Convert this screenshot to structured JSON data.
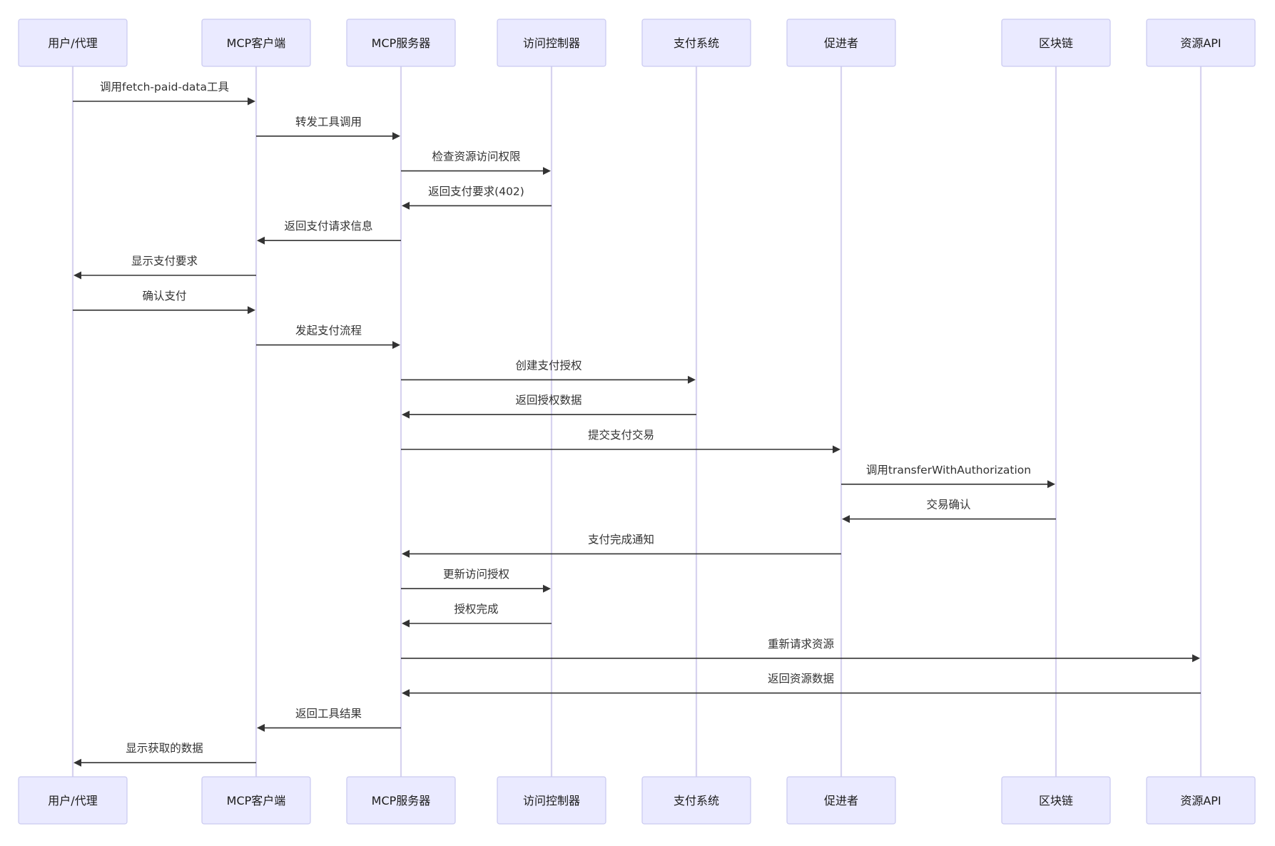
{
  "diagram": {
    "type": "sequence",
    "colors": {
      "actor_fill": "#eaeaff",
      "actor_border": "#c9c9f0",
      "lifeline": "#d7d3ef",
      "message": "#333333",
      "background": "#ffffff"
    },
    "participants": [
      {
        "id": "user",
        "label": "用户/代理"
      },
      {
        "id": "client",
        "label": "MCP客户端"
      },
      {
        "id": "server",
        "label": "MCP服务器"
      },
      {
        "id": "access",
        "label": "访问控制器"
      },
      {
        "id": "payment",
        "label": "支付系统"
      },
      {
        "id": "facilitator",
        "label": "促进者"
      },
      {
        "id": "chain",
        "label": "区块链"
      },
      {
        "id": "api",
        "label": "资源API"
      }
    ],
    "messages": [
      {
        "from": "user",
        "to": "client",
        "label": "调用fetch-paid-data工具"
      },
      {
        "from": "client",
        "to": "server",
        "label": "转发工具调用"
      },
      {
        "from": "server",
        "to": "access",
        "label": "检查资源访问权限"
      },
      {
        "from": "access",
        "to": "server",
        "label": "返回支付要求(402)"
      },
      {
        "from": "server",
        "to": "client",
        "label": "返回支付请求信息"
      },
      {
        "from": "client",
        "to": "user",
        "label": "显示支付要求"
      },
      {
        "from": "user",
        "to": "client",
        "label": "确认支付"
      },
      {
        "from": "client",
        "to": "server",
        "label": "发起支付流程"
      },
      {
        "from": "server",
        "to": "payment",
        "label": "创建支付授权"
      },
      {
        "from": "payment",
        "to": "server",
        "label": "返回授权数据"
      },
      {
        "from": "server",
        "to": "facilitator",
        "label": "提交支付交易"
      },
      {
        "from": "facilitator",
        "to": "chain",
        "label": "调用transferWithAuthorization"
      },
      {
        "from": "chain",
        "to": "facilitator",
        "label": "交易确认"
      },
      {
        "from": "facilitator",
        "to": "server",
        "label": "支付完成通知"
      },
      {
        "from": "server",
        "to": "access",
        "label": "更新访问授权"
      },
      {
        "from": "access",
        "to": "server",
        "label": "授权完成"
      },
      {
        "from": "server",
        "to": "api",
        "label": "重新请求资源"
      },
      {
        "from": "api",
        "to": "server",
        "label": "返回资源数据"
      },
      {
        "from": "server",
        "to": "client",
        "label": "返回工具结果"
      },
      {
        "from": "client",
        "to": "user",
        "label": "显示获取的数据"
      }
    ]
  }
}
